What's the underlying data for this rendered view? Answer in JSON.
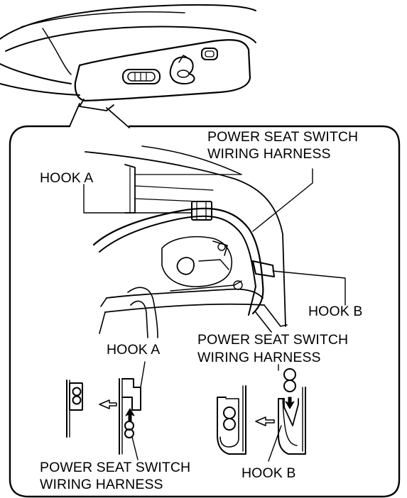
{
  "labels": {
    "main_harness_line1": "POWER SEAT SWITCH",
    "main_harness_line2": "WIRING HARNESS",
    "hook_a_top": "HOOK A",
    "hook_b_top": "HOOK B",
    "hook_a_detail": "HOOK A",
    "detail_harness_right_line1": "POWER SEAT SWITCH",
    "detail_harness_right_line2": "WIRING HARNESS",
    "detail_harness_left_line1": "POWER SEAT SWITCH",
    "detail_harness_left_line2": "WIRING HARNESS",
    "hook_b_detail": "HOOK B"
  },
  "colors": {
    "line": "#000000",
    "background": "#ffffff"
  }
}
